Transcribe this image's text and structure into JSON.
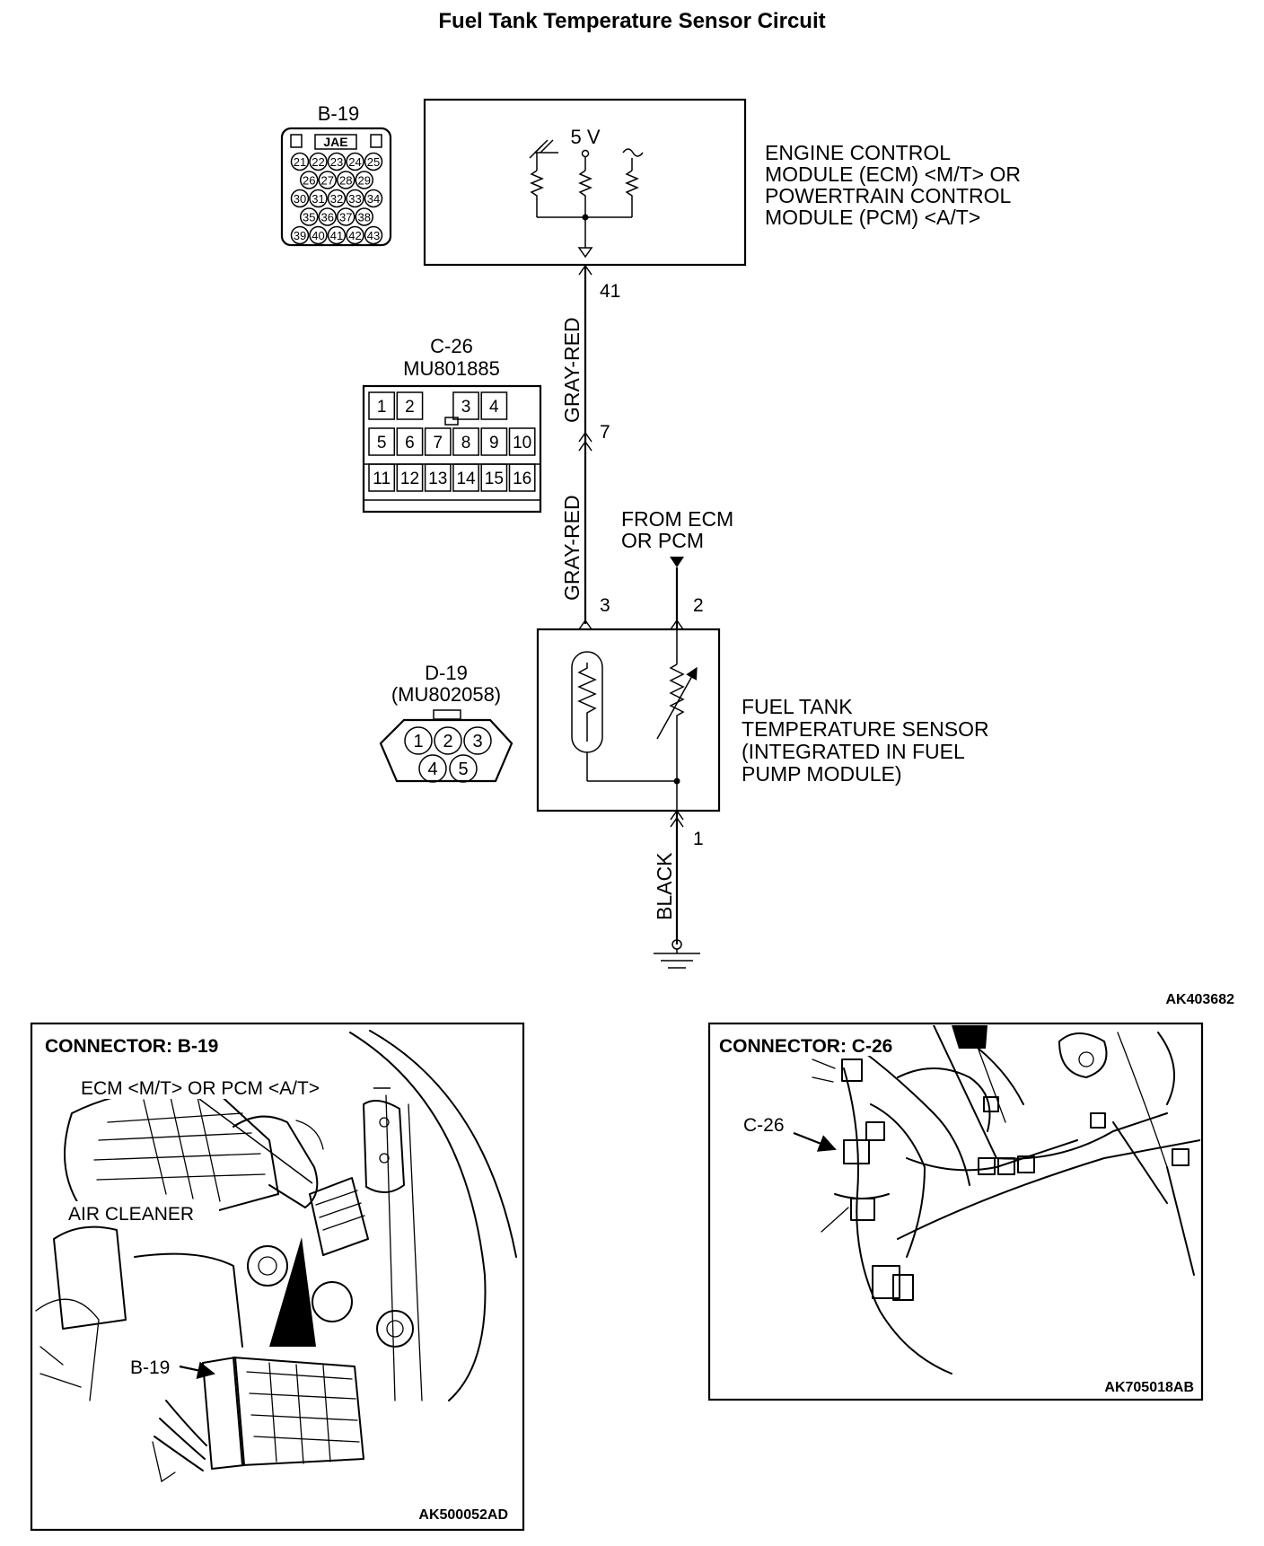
{
  "title": "Fuel Tank Temperature Sensor Circuit",
  "drawing_code": "AK403682",
  "ecm": {
    "lines": [
      "ENGINE CONTROL",
      "MODULE (ECM) <M/T> OR",
      "POWERTRAIN CONTROL",
      "MODULE (PCM) <A/T>"
    ],
    "voltage": "5 V"
  },
  "connectors": {
    "b19": {
      "name": "B-19",
      "maker": "JAE",
      "rows": [
        [
          "21",
          "22",
          "23",
          "24",
          "25"
        ],
        [
          "26",
          "27",
          "28",
          "29"
        ],
        [
          "30",
          "31",
          "32",
          "33",
          "34"
        ],
        [
          "35",
          "36",
          "37",
          "38"
        ],
        [
          "39",
          "40",
          "41",
          "42",
          "43"
        ]
      ]
    },
    "c26": {
      "name": "C-26",
      "part": "MU801885",
      "rows": [
        [
          "1",
          "2",
          "",
          "3",
          "4"
        ],
        [
          "5",
          "6",
          "7",
          "8",
          "9",
          "10"
        ],
        [
          "11",
          "12",
          "13",
          "14",
          "15",
          "16"
        ]
      ]
    },
    "d19": {
      "name": "D-19",
      "part": "(MU802058)",
      "pins": [
        "1",
        "2",
        "3",
        "4",
        "5"
      ]
    }
  },
  "wires": {
    "upper_color": "GRAY-RED",
    "middle_color": "GRAY-RED",
    "ground_color": "BLACK"
  },
  "pins": {
    "ecm_41": "41",
    "c26_7": "7",
    "sensor_3": "3",
    "sensor_2": "2",
    "sensor_1": "1"
  },
  "from_ecm": [
    "FROM ECM",
    "OR PCM"
  ],
  "sensor": {
    "lines": [
      "FUEL TANK",
      "TEMPERATURE SENSOR",
      "(INTEGRATED IN FUEL",
      "PUMP MODULE)"
    ]
  },
  "panel_b19": {
    "heading": "CONNECTOR: B-19",
    "ecm_label": "ECM <M/T> OR PCM <A/T>",
    "air_cleaner": "AIR CLEANER",
    "connector_label": "B-19",
    "code": "AK500052AD"
  },
  "panel_c26": {
    "heading": "CONNECTOR: C-26",
    "connector_label": "C-26",
    "code": "AK705018AB"
  }
}
